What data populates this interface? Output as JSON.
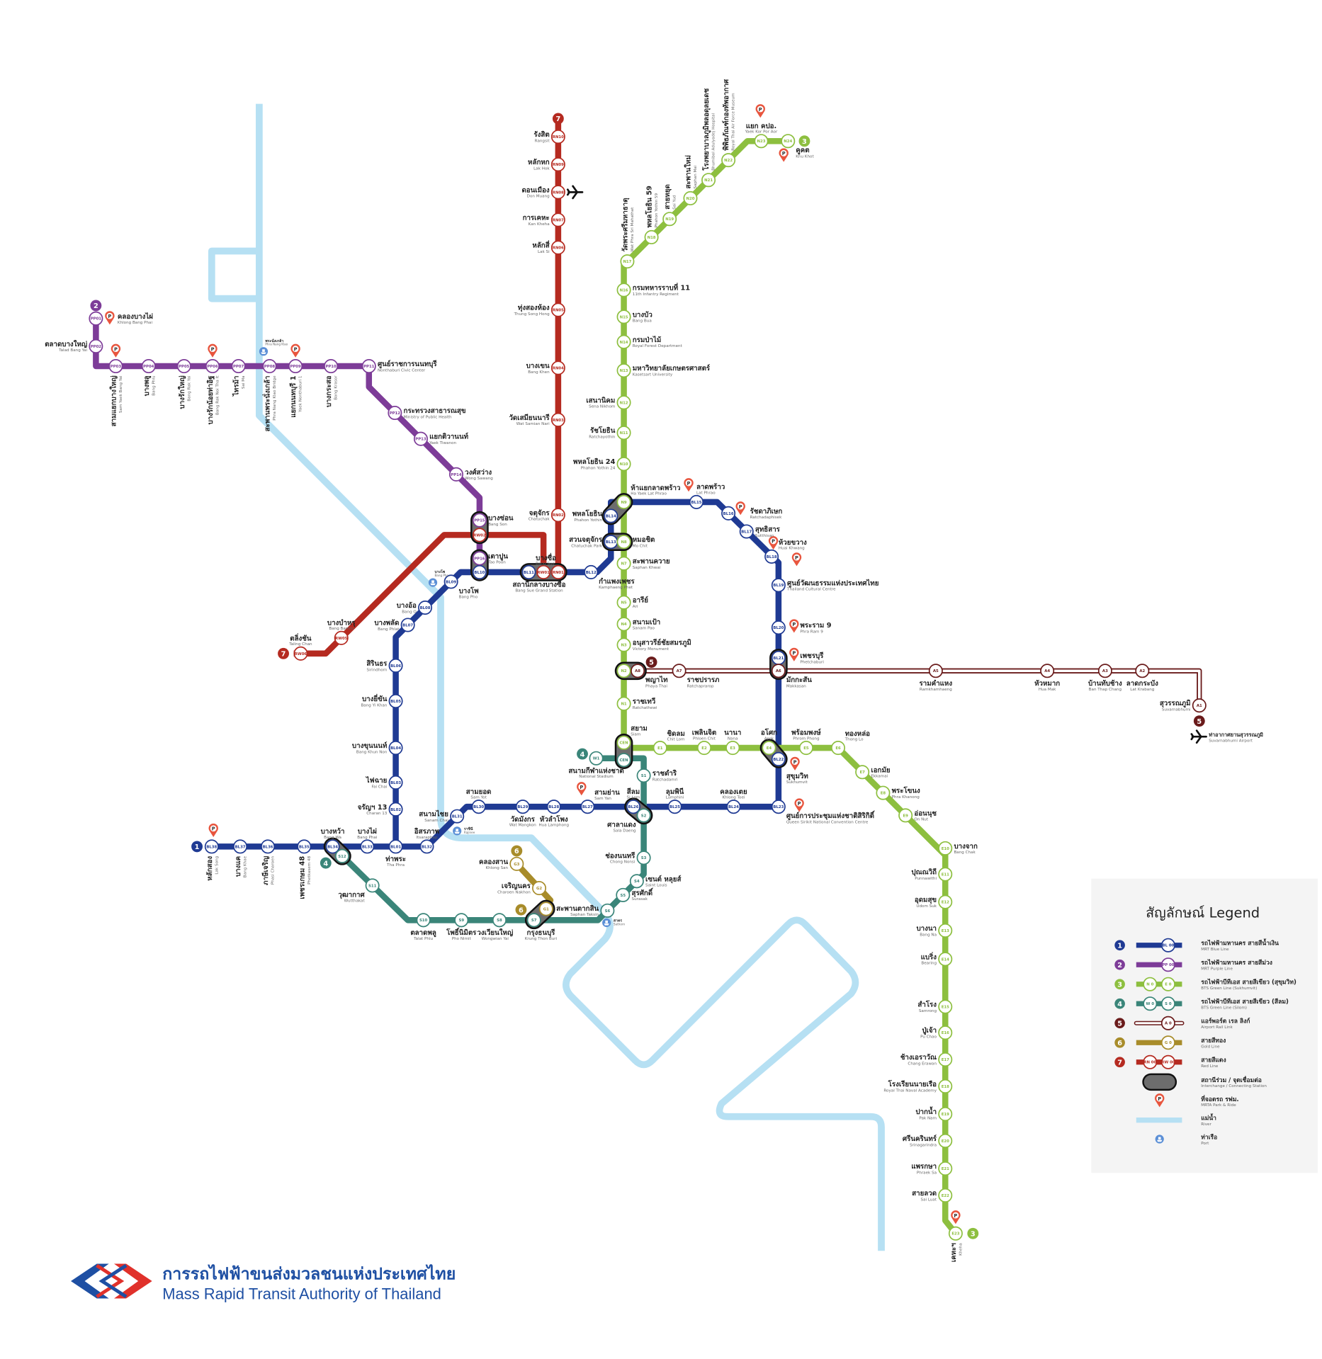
{
  "colors": {
    "blue": "#1f3a93",
    "purple": "#7d3c98",
    "green": "#8dbf3f",
    "silom": "#3a8579",
    "arl": "#6a1b1b",
    "gold": "#a88c2a",
    "red": "#b52a20",
    "river": "#b6e0f3",
    "park": "#e8553e",
    "port": "#5b8fd6",
    "interchange": "#6d6d6d"
  },
  "lines": [
    {
      "id": "blue",
      "number": "1",
      "stations": [
        {
          "code": "BL38",
          "th": "หลักสอง",
          "en": "Lak Song"
        },
        {
          "code": "BL37",
          "th": "บางแค",
          "en": "Bang Khae"
        },
        {
          "code": "BL36",
          "th": "ภาษีเจริญ",
          "en": "Phasi Charoen"
        },
        {
          "code": "BL35",
          "th": "เพชรเกษม 48",
          "en": "Phetkasem 48"
        },
        {
          "code": "BL34",
          "th": "บางหว้า",
          "en": "Bang Wa"
        },
        {
          "code": "BL33",
          "th": "บางไผ่",
          "en": "Bang Phai"
        },
        {
          "code": "BL01",
          "th": "ท่าพระ",
          "en": "Tha Phra"
        },
        {
          "code": "BL32",
          "th": "อิสรภาพ",
          "en": "Itsaraphap"
        },
        {
          "code": "BL31",
          "th": "สนามไชย",
          "en": "Sanam Chai"
        },
        {
          "code": "BL30",
          "th": "สามยอด",
          "en": "Sam Yot"
        },
        {
          "code": "BL29",
          "th": "วัดมังกร",
          "en": "Wat Mangkon"
        },
        {
          "code": "BL28",
          "th": "หัวลำโพง",
          "en": "Hua Lamphong"
        },
        {
          "code": "BL27",
          "th": "สามย่าน",
          "en": "Sam Yan"
        },
        {
          "code": "BL26",
          "th": "สีลม",
          "en": "Si Lom"
        },
        {
          "code": "BL25",
          "th": "ลุมพินี",
          "en": "Lumphini"
        },
        {
          "code": "BL24",
          "th": "คลองเตย",
          "en": "Khlong Toei"
        },
        {
          "code": "BL23",
          "th": "ศูนย์การประชุมแห่งชาติสิริกิติ์",
          "en": "Queen Sirikit National Convention Centre"
        },
        {
          "code": "BL22",
          "th": "สุขุมวิท",
          "en": "Sukhumvit"
        },
        {
          "code": "BL21",
          "th": "เพชรบุรี",
          "en": "Phetchaburi"
        },
        {
          "code": "BL20",
          "th": "พระราม 9",
          "en": "Phra Ram 9"
        },
        {
          "code": "BL19",
          "th": "ศูนย์วัฒนธรรมแห่งประเทศไทย",
          "en": "Thailand Cultural Centre"
        },
        {
          "code": "BL18",
          "th": "ห้วยขวาง",
          "en": "Huai Khwang"
        },
        {
          "code": "BL17",
          "th": "สุทธิสาร",
          "en": "Sutthisan"
        },
        {
          "code": "BL16",
          "th": "รัชดาภิเษก",
          "en": "Ratchadaphisek"
        },
        {
          "code": "BL15",
          "th": "ลาดพร้าว",
          "en": "Lat Phrao"
        },
        {
          "code": "BL14",
          "th": "พหลโยธิน",
          "en": "Phahon Yothin"
        },
        {
          "code": "BL13",
          "th": "สวนจตุจักร",
          "en": "Chatuchak Park"
        },
        {
          "code": "BL12",
          "th": "กำแพงเพชร",
          "en": "Kamphaeng Phet"
        },
        {
          "code": "BL11",
          "th": "บางซื่อ",
          "en": "Bang Sue"
        },
        {
          "code": "BL10"
        },
        {
          "code": "BL09",
          "th": "บางโพ",
          "en": "Bang Pho"
        },
        {
          "code": "BL08",
          "th": "บางอ้อ",
          "en": "Bang O"
        },
        {
          "code": "BL07",
          "th": "บางพลัด",
          "en": "Bang Phlat"
        },
        {
          "code": "BL06",
          "th": "สิรินธร",
          "en": "Sirindhorn"
        },
        {
          "code": "BL05",
          "th": "บางยี่ขัน",
          "en": "Bang Yi Khan"
        },
        {
          "code": "BL04",
          "th": "บางขุนนนท์",
          "en": "Bang Khun Non"
        },
        {
          "code": "BL03",
          "th": "ไฟฉาย",
          "en": "Fai Chai"
        },
        {
          "code": "BL02",
          "th": "จรัญฯ 13",
          "en": "Charan 13"
        }
      ]
    },
    {
      "id": "purple",
      "number": "2",
      "stations": [
        {
          "code": "PP01",
          "th": "คลองบางไผ่",
          "en": "Khlong Bang Phai"
        },
        {
          "code": "PP02",
          "th": "ตลาดบางใหญ่",
          "en": "Talad Bang Yai"
        },
        {
          "code": "PP03",
          "th": "สามแยกบางใหญ่",
          "en": "Sam Yaek Bang Yai"
        },
        {
          "code": "PP04",
          "th": "บางพลู",
          "en": "Bang Phlu"
        },
        {
          "code": "PP05",
          "th": "บางรักใหญ่",
          "en": "Bang Rak Yai"
        },
        {
          "code": "PP06",
          "th": "บางรักน้อยท่าอิฐ",
          "en": "Bang Rak Noi Tha It"
        },
        {
          "code": "PP07",
          "th": "ไทรม้า",
          "en": "Sai Ma"
        },
        {
          "code": "PP08",
          "th": "สะพานพระนั่งเกล้า",
          "en": "Phra Nang Klao Bridge"
        },
        {
          "code": "PP09",
          "th": "แยกนนทบุรี 1",
          "en": "Yaek Nonthaburi 1"
        },
        {
          "code": "PP10",
          "th": "บางกระสอ",
          "en": "Bang Krasor"
        },
        {
          "code": "PP11",
          "th": "ศูนย์ราชการนนทบุรี",
          "en": "Nonthaburi Civic Center"
        },
        {
          "code": "PP12",
          "th": "กระทรวงสาธารณสุข",
          "en": "Ministry of Public Health"
        },
        {
          "code": "PP13",
          "th": "แยกติวานนท์",
          "en": "Yaek Tiwanon"
        },
        {
          "code": "PP14",
          "th": "วงศ์สว่าง",
          "en": "Wong Sawang"
        },
        {
          "code": "PP15",
          "th": "บางซ่อน",
          "en": "Bang Son"
        },
        {
          "code": "PP16",
          "th": "เตาปูน",
          "en": "Tao Poon"
        }
      ]
    },
    {
      "id": "red",
      "number": "7",
      "stations": [
        {
          "code": "RN10",
          "th": "รังสิต",
          "en": "Rangsit"
        },
        {
          "code": "RN09",
          "th": "หลักหก",
          "en": "Lak Hok"
        },
        {
          "code": "RN08",
          "th": "ดอนเมือง",
          "en": "Don Muang"
        },
        {
          "code": "RN07",
          "th": "การเคหะ",
          "en": "Kan Kheha"
        },
        {
          "code": "RN06",
          "th": "หลักสี่",
          "en": "Lak Si"
        },
        {
          "code": "RN05",
          "th": "ทุ่งสองห้อง",
          "en": "Thung Song Hong"
        },
        {
          "code": "RN04",
          "th": "บางเขน",
          "en": "Bang Khen"
        },
        {
          "code": "RN03",
          "th": "วัดเสมียนนารี",
          "en": "Wat Samian Nari"
        },
        {
          "code": "RN02",
          "th": "จตุจักร",
          "en": "Chatuchak"
        },
        {
          "code": "RN01",
          "th": "สถานีกลางบางซื่อ",
          "en": "Bang Sue Grand Station"
        },
        {
          "code": "RW01"
        },
        {
          "code": "RW02"
        },
        {
          "code": "RW05",
          "th": "บางบำหรุ",
          "en": "Bang Bamru"
        },
        {
          "code": "RW06",
          "th": "ตลิ่งชัน",
          "en": "Taling Chan"
        }
      ]
    },
    {
      "id": "green",
      "number": "3",
      "stations": [
        {
          "code": "N24",
          "th": "คูคต",
          "en": "Khu Khot"
        },
        {
          "code": "N23",
          "th": "แยก คปอ.",
          "en": "Yaek Kor Por Aor"
        },
        {
          "code": "N22",
          "th": "พิพิธภัณฑ์กองทัพอากาศ",
          "en": "Royal Thai Air Force Museum"
        },
        {
          "code": "N21",
          "th": "โรงพยาบาลภูมิพลอดุลยเดช",
          "en": "Bhumibol Adulyadej Hospital"
        },
        {
          "code": "N20",
          "th": "สะพานใหม่",
          "en": "Saphan Mai"
        },
        {
          "code": "N19",
          "th": "สายหยุด",
          "en": "Sai Yud"
        },
        {
          "code": "N18",
          "th": "พหลโยธิน 59",
          "en": "Phahon Yothin 59"
        },
        {
          "code": "N17",
          "th": "วัดพระศรีมหาธาตุ",
          "en": "Wat Phra Sri Mahathat"
        },
        {
          "code": "N16",
          "th": "กรมทหารราบที่ 11",
          "en": "11th Infantry Regiment"
        },
        {
          "code": "N15",
          "th": "บางบัว",
          "en": "Bang Bua"
        },
        {
          "code": "N14",
          "th": "กรมป่าไม้",
          "en": "Royal Forest Department"
        },
        {
          "code": "N13",
          "th": "มหาวิทยาลัยเกษตรศาสตร์",
          "en": "Kasetsart University"
        },
        {
          "code": "N12",
          "th": "เสนานิคม",
          "en": "Sena Nikhom"
        },
        {
          "code": "N11",
          "th": "รัชโยธิน",
          "en": "Ratchayothin"
        },
        {
          "code": "N10",
          "th": "พหลโยธิน 24",
          "en": "Phahon Yothin 24"
        },
        {
          "code": "N9",
          "th": "ห้าแยกลาดพร้าว",
          "en": "Ha Yaek Lat Phrao"
        },
        {
          "code": "N8",
          "th": "หมอชิต",
          "en": "Mo Chit"
        },
        {
          "code": "N7",
          "th": "สะพานควาย",
          "en": "Saphan Khwai"
        },
        {
          "code": "N5",
          "th": "อารีย์",
          "en": "Ari"
        },
        {
          "code": "N4",
          "th": "สนามเป้า",
          "en": "Sanam Pao"
        },
        {
          "code": "N3",
          "th": "อนุสาวรีย์ชัยสมรภูมิ",
          "en": "Victory Monument"
        },
        {
          "code": "N2"
        },
        {
          "code": "N1",
          "th": "ราชเทวี",
          "en": "Ratchathewi"
        },
        {
          "code": "CEN",
          "th": "สยาม",
          "en": "Siam"
        },
        {
          "code": "E1",
          "th": "ชิดลม",
          "en": "Chit Lom"
        },
        {
          "code": "E2",
          "th": "เพลินจิต",
          "en": "Phloen Chit"
        },
        {
          "code": "E3",
          "th": "นานา",
          "en": "Nana"
        },
        {
          "code": "E4",
          "th": "อโศก",
          "en": "Asok"
        },
        {
          "code": "E5",
          "th": "พร้อมพงษ์",
          "en": "Phrom Phong"
        },
        {
          "code": "E6",
          "th": "ทองหล่อ",
          "en": "Thong Lo"
        },
        {
          "code": "E7",
          "th": "เอกมัย",
          "en": "Ekkamai"
        },
        {
          "code": "E8",
          "th": "พระโขนง",
          "en": "Phra Khanong"
        },
        {
          "code": "E9",
          "th": "อ่อนนุช",
          "en": "On Nut"
        },
        {
          "code": "E10",
          "th": "บางจาก",
          "en": "Bang Chak"
        },
        {
          "code": "E11",
          "th": "ปุณณวิถี",
          "en": "Punnawithi"
        },
        {
          "code": "E12",
          "th": "อุดมสุข",
          "en": "Udom Suk"
        },
        {
          "code": "E13",
          "th": "บางนา",
          "en": "Bang Na"
        },
        {
          "code": "E14",
          "th": "แบริ่ง",
          "en": "Bearing"
        },
        {
          "code": "E15",
          "th": "สำโรง",
          "en": "Samrong"
        },
        {
          "code": "E16",
          "th": "ปู่เจ้า",
          "en": "Pu Chao"
        },
        {
          "code": "E17",
          "th": "ช้างเอราวัณ",
          "en": "Chang Erawan"
        },
        {
          "code": "E18",
          "th": "โรงเรียนนายเรือ",
          "en": "Royal Thai Naval Academy"
        },
        {
          "code": "E19",
          "th": "ปากน้ำ",
          "en": "Pak Nam"
        },
        {
          "code": "E20",
          "th": "ศรีนครินทร์",
          "en": "Srinagarindra"
        },
        {
          "code": "E21",
          "th": "แพรกษา",
          "en": "Phraek Sa"
        },
        {
          "code": "E22",
          "th": "สายลวด",
          "en": "Sai Luat"
        },
        {
          "code": "E23",
          "th": "เคหะฯ",
          "en": "Kheha"
        }
      ]
    },
    {
      "id": "silom",
      "number": "4",
      "stations": [
        {
          "code": "W1",
          "th": "สนามกีฬาแห่งชาติ",
          "en": "National Stadium"
        },
        {
          "code": "CEN"
        },
        {
          "code": "S1",
          "th": "ราชดำริ",
          "en": "Ratchadamri"
        },
        {
          "code": "S2",
          "th": "ศาลาแดง",
          "en": "Sala Daeng"
        },
        {
          "code": "S3",
          "th": "ช่องนนทรี",
          "en": "Chong Nonsi"
        },
        {
          "code": "S4",
          "th": "เซนต์ หลุยส์",
          "en": "Saint Louis"
        },
        {
          "code": "S5",
          "th": "สุรศักดิ์",
          "en": "Surasak"
        },
        {
          "code": "S6",
          "th": "สะพานตากสิน",
          "en": "Saphan Taksin"
        },
        {
          "code": "S7",
          "th": "กรุงธนบุรี",
          "en": "Krung Thon Buri"
        },
        {
          "code": "S8",
          "th": "วงเวียนใหญ่",
          "en": "Wongwian Yai"
        },
        {
          "code": "S9",
          "th": "โพธิ์นิมิตร",
          "en": "Pho Nimit"
        },
        {
          "code": "S10",
          "th": "ตลาดพลู",
          "en": "Talat Phlu"
        },
        {
          "code": "S11",
          "th": "วุฒากาศ",
          "en": "Wutthakat"
        },
        {
          "code": "S12"
        }
      ]
    },
    {
      "id": "gold",
      "number": "6",
      "stations": [
        {
          "code": "G3",
          "th": "คลองสาน",
          "en": "Khlong San"
        },
        {
          "code": "G2",
          "th": "เจริญนคร",
          "en": "Charoen Nakhon"
        },
        {
          "code": "G1"
        }
      ]
    },
    {
      "id": "arl",
      "number": "5",
      "stations": [
        {
          "code": "A8",
          "th": "พญาไท",
          "en": "Phaya Thai"
        },
        {
          "code": "A7",
          "th": "ราชปรารภ",
          "en": "Ratchaprarop"
        },
        {
          "code": "A6",
          "th": "มักกะสัน",
          "en": "Makkasan"
        },
        {
          "code": "A5",
          "th": "รามคำแหง",
          "en": "Ramkhamhaeng"
        },
        {
          "code": "A4",
          "th": "หัวหมาก",
          "en": "Hua Mak"
        },
        {
          "code": "A3",
          "th": "บ้านทับช้าง",
          "en": "Ban Thap Chang"
        },
        {
          "code": "A2",
          "th": "ลาดกระบัง",
          "en": "Lat Krabang"
        },
        {
          "code": "A1",
          "th": "สุวรรณภูมิ",
          "en": "Suvarnabhumi"
        }
      ]
    }
  ],
  "ports": [
    {
      "th": "พระนั่งเกล้า",
      "en": "Phra Nang Klao"
    },
    {
      "th": "บางโพ",
      "en": "Bang Pho"
    },
    {
      "th": "ราชินี",
      "en": "Rajinee"
    },
    {
      "th": "สาทร",
      "en": "Sathorn"
    }
  ],
  "airports": {
    "don_mueang_icon": "airplane-icon",
    "suvarnabhumi": {
      "th": "ท่าอากาศยานสุวรรณภูมิ",
      "en": "Suvarnabhumi Airport"
    }
  },
  "park_ride_symbol": "P",
  "legend": {
    "title": "สัญลักษณ์  Legend",
    "items": [
      {
        "num": "1",
        "line": "blue",
        "codes": [
          "BL 00"
        ],
        "th": "รถไฟฟ้ามหานคร สายสีน้ำเงิน",
        "en": "MRT Blue Line"
      },
      {
        "num": "2",
        "line": "purple",
        "codes": [
          "PP 00"
        ],
        "th": "รถไฟฟ้ามหานคร สายสีม่วง",
        "en": "MRT Purple Line"
      },
      {
        "num": "3",
        "line": "green",
        "codes": [
          "N 0",
          "E 0"
        ],
        "th": "รถไฟฟ้าบีทีเอส สายสีเขียว (สุขุมวิท)",
        "en": "BTS Green Line (Sukhumvit)"
      },
      {
        "num": "4",
        "line": "silom",
        "codes": [
          "W 0",
          "S 0"
        ],
        "th": "รถไฟฟ้าบีทีเอส สายสีเขียว (สีลม)",
        "en": "BTS Green Line (Silom)"
      },
      {
        "num": "5",
        "line": "arl",
        "codes": [
          "A 0"
        ],
        "th": "แอร์พอร์ต เรล ลิงก์",
        "en": "Airport Rail Link"
      },
      {
        "num": "6",
        "line": "gold",
        "codes": [
          "G 0"
        ],
        "th": "สายสีทอง",
        "en": "Gold Line"
      },
      {
        "num": "7",
        "line": "red",
        "codes": [
          "RN 00",
          "RW 00"
        ],
        "th": "สายสีแดง",
        "en": "Red Line"
      }
    ],
    "symbols": [
      {
        "icon": "interchange-icon",
        "th": "สถานีร่วม / จุดเชื่อมต่อ",
        "en": "Interchange / Connecting Station"
      },
      {
        "icon": "park-and-ride-icon",
        "th": "ที่จอดรถ รฟม.",
        "en": "MRTA Park & Ride"
      },
      {
        "icon": "river-icon",
        "th": "แม่น้ำ",
        "en": "River"
      },
      {
        "icon": "port-icon",
        "th": "ท่าเรือ",
        "en": "Port"
      }
    ]
  },
  "logo": {
    "th": "การรถไฟฟ้าขนส่งมวลชนแห่งประเทศไทย",
    "en": "Mass Rapid Transit Authority of Thailand"
  }
}
